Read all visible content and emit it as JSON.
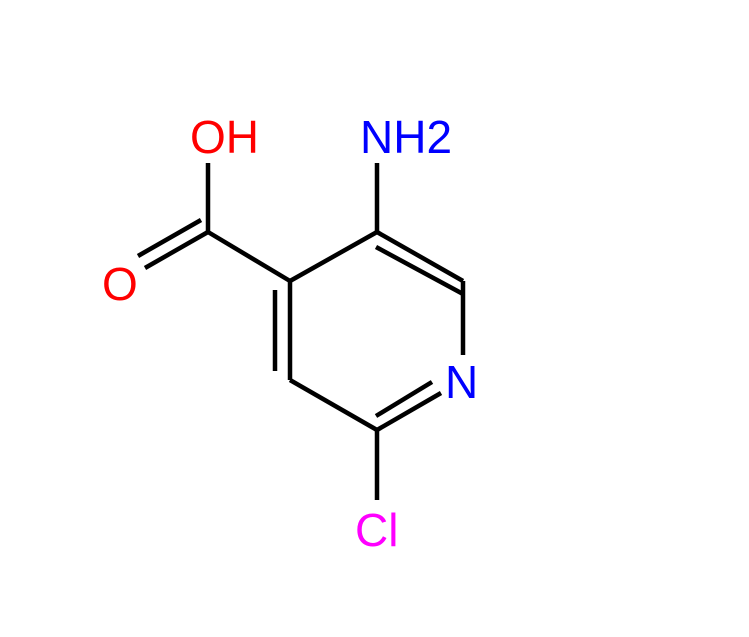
{
  "molecule": {
    "atoms": {
      "oh": {
        "label": "OH",
        "color": "#ff0000"
      },
      "o": {
        "label": "O",
        "color": "#ff0000"
      },
      "nh2": {
        "label": "NH2",
        "color": "#0000ff"
      },
      "n": {
        "label": "N",
        "color": "#0000ff"
      },
      "cl": {
        "label": "Cl",
        "color": "#ff00ff"
      }
    },
    "bond_color": "#000000",
    "background": "#ffffff"
  }
}
